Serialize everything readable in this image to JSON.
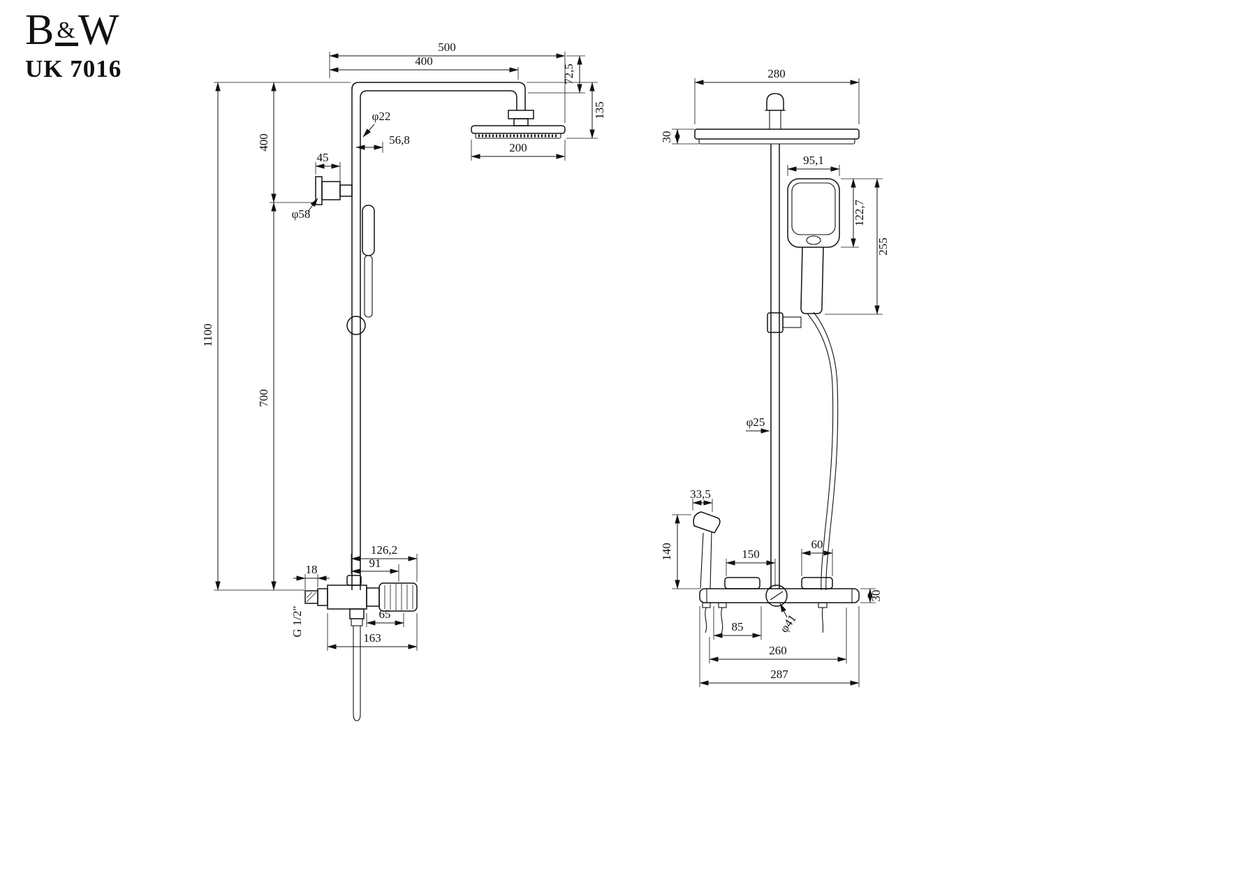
{
  "meta": {
    "brand_b": "B",
    "brand_amp": "&",
    "brand_w": "W",
    "model": "UK 7016"
  },
  "left_view": {
    "top_width": "500",
    "arm_width": "400",
    "head_drop": "72,5",
    "head_total_drop": "135",
    "head_width": "200",
    "pipe_diameter": "φ22",
    "handshower_offset": "56,8",
    "bracket_offset": "45",
    "bracket_diameter": "φ58",
    "upper_height": "400",
    "total_height": "1100",
    "lower_height": "700",
    "mixer_width": "126,2",
    "mixer_body_width": "91",
    "inlet_length": "18",
    "inlet_thread": "G 1/2\"",
    "handle_length": "65",
    "mixer_total_width": "163"
  },
  "right_view": {
    "head_width": "280",
    "head_thickness": "30",
    "handshower_width": "95,1",
    "handshower_head_height": "122,7",
    "handshower_length": "255",
    "pipe_diameter": "φ25",
    "sprayer_width": "33,5",
    "sprayer_height": "140",
    "valve_spacing": "150",
    "valve_width": "60",
    "hose_spacing": "85",
    "knob_diameter": "φ41",
    "hole_spacing": "260",
    "bar_width": "287",
    "bar_thickness": "30"
  }
}
